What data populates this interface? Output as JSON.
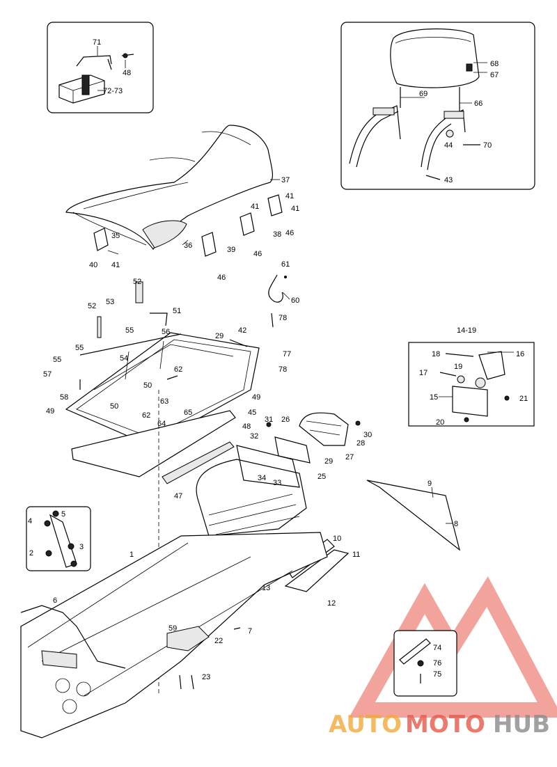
{
  "insets": {
    "strap": [
      "71",
      "48",
      "72-73"
    ],
    "backrest": [
      "68",
      "67",
      "69",
      "66",
      "44",
      "70",
      "43"
    ],
    "hinge": [
      "14-19",
      "18",
      "16",
      "17",
      "19",
      "15",
      "21",
      "20"
    ],
    "straps_left": [
      "4",
      "5",
      "3",
      "2"
    ],
    "clip": [
      "74",
      "76",
      "75"
    ]
  },
  "seat": [
    "37",
    "41",
    "41",
    "41",
    "38",
    "46",
    "35",
    "36",
    "39",
    "40",
    "41",
    "46",
    "46"
  ],
  "cable": [
    "61",
    "60",
    "78"
  ],
  "box_rack": [
    "52",
    "53",
    "52",
    "51",
    "55",
    "56",
    "29",
    "42",
    "55",
    "54",
    "55",
    "77",
    "57",
    "58",
    "62",
    "50",
    "78",
    "50",
    "63",
    "62",
    "49",
    "65",
    "49",
    "45",
    "64",
    "48"
  ],
  "lights": [
    "31",
    "26",
    "32",
    "30",
    "28",
    "29",
    "27",
    "25",
    "34",
    "33",
    "47"
  ],
  "frame": [
    "9",
    "8",
    "10",
    "11",
    "13",
    "12",
    "1",
    "6",
    "7",
    "59",
    "22",
    "23"
  ],
  "watermark": {
    "auto": "AUTO",
    "moto": "MOTO",
    "hub": "HUB",
    "color_main": "#e8584a",
    "color_accent": "#f2a93b",
    "color_hub": "#8a8a8a"
  }
}
